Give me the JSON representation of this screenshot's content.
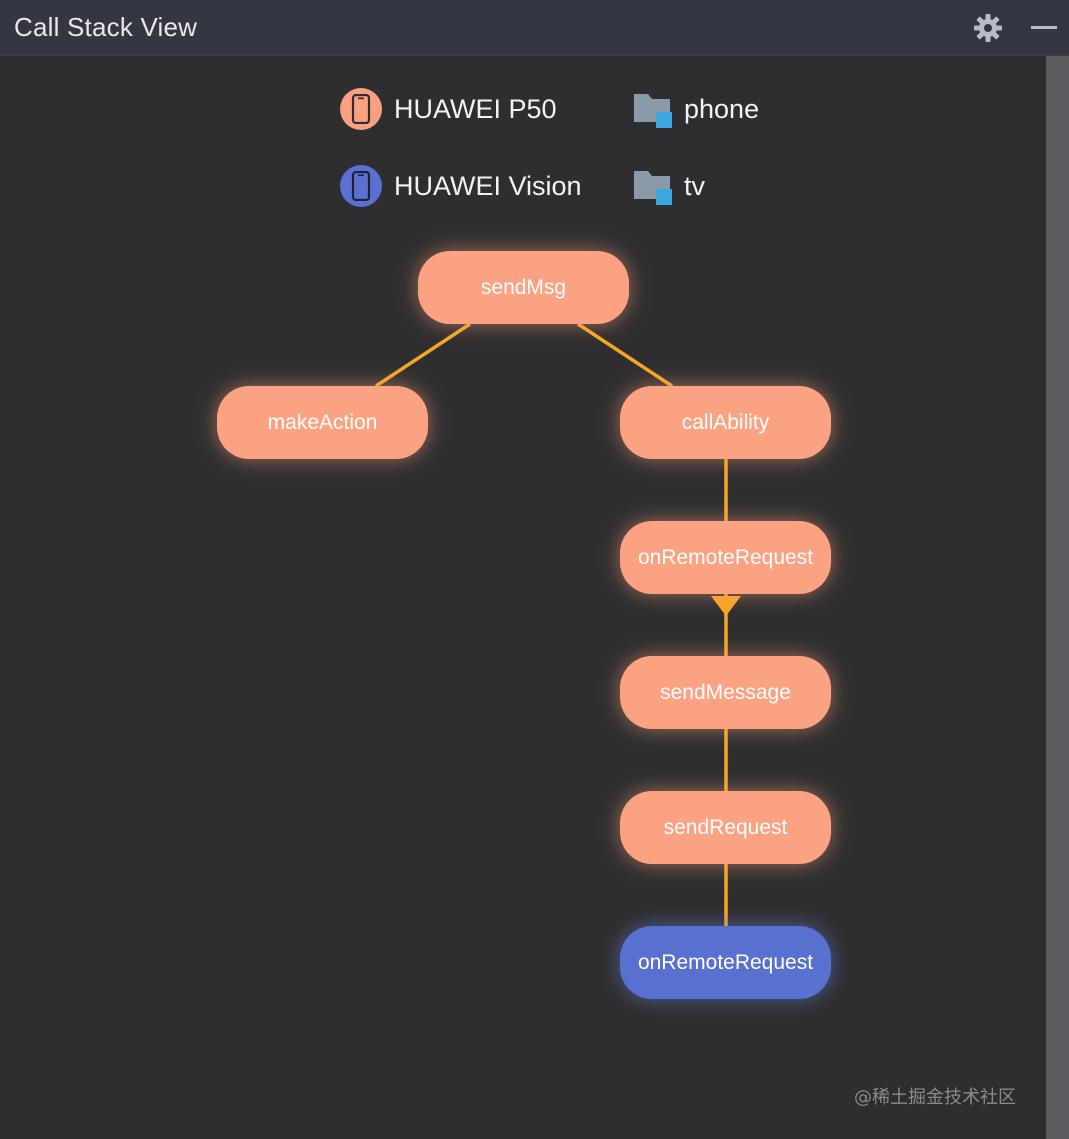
{
  "window": {
    "title": "Call Stack View"
  },
  "toolbar": {
    "settings_icon": "gear-icon",
    "minimize_icon": "minimize-icon"
  },
  "legend": {
    "devices": [
      {
        "label": "HUAWEI P50",
        "color": "#f8a07f",
        "icon": "phone-icon"
      },
      {
        "label": "HUAWEI Vision",
        "color": "#5b70d0",
        "icon": "phone-icon"
      }
    ],
    "modules": [
      {
        "label": "phone",
        "icon": "folder-icon"
      },
      {
        "label": "tv",
        "icon": "folder-icon"
      }
    ]
  },
  "colors": {
    "phone_node": "#fba283",
    "tv_node": "#5970cf",
    "edge": "#f5a623",
    "folder": "#8a9aa8",
    "folder_badge": "#3ba7e0"
  },
  "call_graph": {
    "nodes": [
      {
        "id": "n1",
        "label": "sendMsg",
        "device": "phone"
      },
      {
        "id": "n2",
        "label": "makeAction",
        "device": "phone"
      },
      {
        "id": "n3",
        "label": "callAbility",
        "device": "phone"
      },
      {
        "id": "n4",
        "label": "onRemoteRequest",
        "device": "phone"
      },
      {
        "id": "n5",
        "label": "sendMessage",
        "device": "phone"
      },
      {
        "id": "n6",
        "label": "sendRequest",
        "device": "phone"
      },
      {
        "id": "n7",
        "label": "onRemoteRequest",
        "device": "tv"
      }
    ],
    "edges": [
      {
        "from": "n1",
        "to": "n2"
      },
      {
        "from": "n1",
        "to": "n3"
      },
      {
        "from": "n3",
        "to": "n4"
      },
      {
        "from": "n4",
        "to": "n5",
        "arrow": true
      },
      {
        "from": "n5",
        "to": "n6"
      },
      {
        "from": "n6",
        "to": "n7"
      }
    ]
  },
  "watermark": "@稀土掘金技术社区"
}
